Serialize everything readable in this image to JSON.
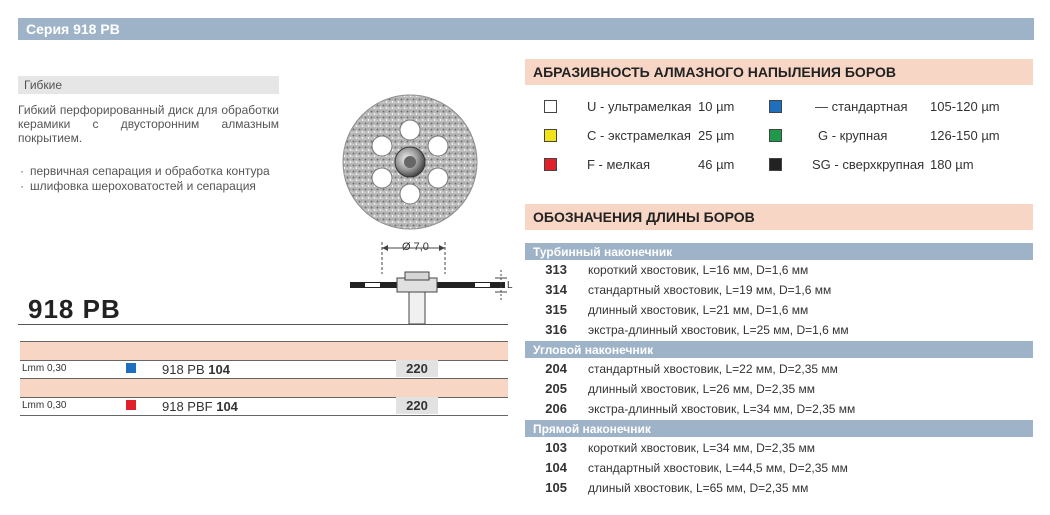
{
  "series_title": "Серия 918 PB",
  "category": "Гибкие",
  "description": "Гибкий перфорированный диск для обработки керамики с двусторонним алмазным покрытием.",
  "bullets": [
    {
      "dot": "·",
      "text": "первичная сепарация и обработка контура"
    },
    {
      "dot": "·",
      "text": "шлифовка шероховатостей и сепарация"
    }
  ],
  "diagram": {
    "diameter_label": "Ø 7,0",
    "length_label": "L"
  },
  "model": "918 PB",
  "products": [
    {
      "lmm": "Lmm 0,30",
      "color": "#1f6fc0",
      "ref_prefix": "918 PB",
      "ref_size": "104",
      "qty": "220"
    },
    {
      "lmm": "Lmm 0,30",
      "color": "#e0202a",
      "ref_prefix": "918 PBF",
      "ref_size": "104",
      "qty": "220"
    }
  ],
  "abrasive": {
    "title": "АБРАЗИВНОСТЬ АЛМАЗНОГО НАПЫЛЕНИЯ БОРОВ",
    "left": [
      {
        "color": "#ffffff",
        "name": "U - ультрамелкая",
        "size": "10 µm"
      },
      {
        "color": "#f2e21a",
        "name": "C - экстрамелкая",
        "size": "25 µm"
      },
      {
        "color": "#e0202a",
        "name": "F - мелкая",
        "size": "46 µm"
      }
    ],
    "right": [
      {
        "color": "#1f6fc0",
        "name": "—  стандартная",
        "size": "105-120 µm"
      },
      {
        "color": "#1f9a4a",
        "name": "G - крупная",
        "size": "126-150 µm"
      },
      {
        "color": "#222222",
        "name": "SG - сверхкрупная",
        "size": "180 µm"
      }
    ]
  },
  "lengths": {
    "title": "ОБОЗНАЧЕНИЯ ДЛИНЫ БОРОВ",
    "groups": [
      {
        "name": "Турбинный наконечник",
        "rows": [
          {
            "code": "313",
            "text": "короткий хвостовик, L=16 мм, D=1,6 мм"
          },
          {
            "code": "314",
            "text": "стандартный хвостовик, L=19 мм, D=1,6 мм"
          },
          {
            "code": "315",
            "text": "длинный хвостовик, L=21 мм, D=1,6 мм"
          },
          {
            "code": "316",
            "text": "экстра-длинный хвостовик, L=25 мм, D=1,6 мм"
          }
        ]
      },
      {
        "name": "Угловой наконечник",
        "rows": [
          {
            "code": "204",
            "text": "стандартный хвостовик, L=22 мм, D=2,35 мм"
          },
          {
            "code": "205",
            "text": "длинный хвостовик, L=26 мм, D=2,35 мм"
          },
          {
            "code": "206",
            "text": "экстра-длинный хвостовик, L=34 мм, D=2,35 мм"
          }
        ]
      },
      {
        "name": "Прямой наконечник",
        "rows": [
          {
            "code": "103",
            "text": "короткий хвостовик, L=34 мм, D=2,35 мм"
          },
          {
            "code": "104",
            "text": "стандартный хвостовик, L=44,5 мм, D=2,35 мм"
          },
          {
            "code": "105",
            "text": "длиный хвостовик, L=65 мм, D=2,35 мм"
          }
        ]
      }
    ]
  }
}
